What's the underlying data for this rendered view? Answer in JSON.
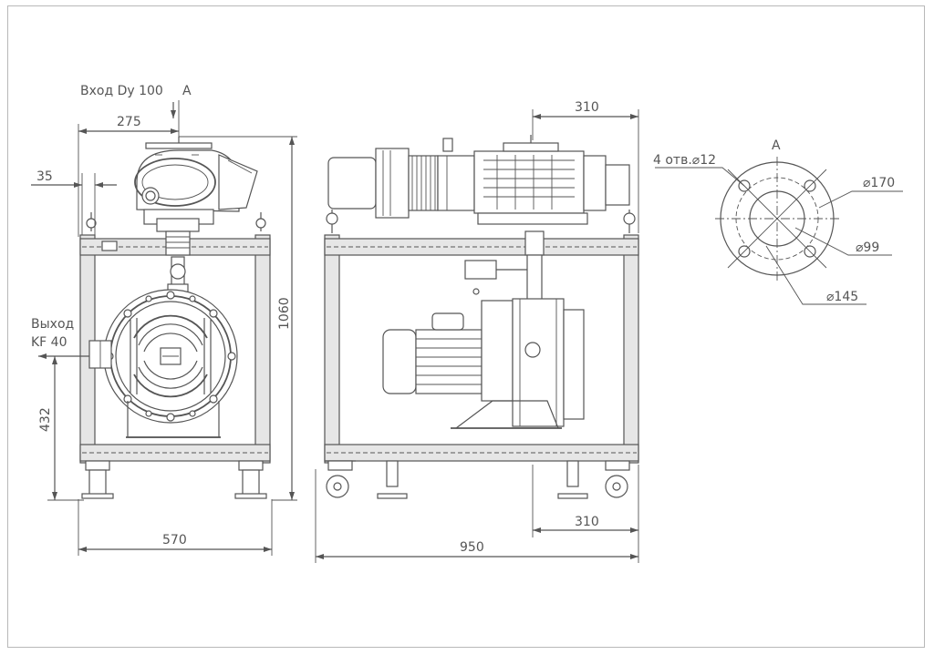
{
  "labels": {
    "inlet": "Вход Dy 100",
    "view_a_marker": "А",
    "outlet_line1": "Выход",
    "outlet_line2": "KF 40",
    "view_a_title": "А",
    "holes": "4 отв.⌀12"
  },
  "dimensions": {
    "d275": "275",
    "d35": "35",
    "d1060": "1060",
    "d432": "432",
    "d570": "570",
    "d310_top": "310",
    "d310_bottom": "310",
    "d950": "950",
    "dia170": "⌀170",
    "dia99": "⌀99",
    "dia145": "⌀145"
  }
}
